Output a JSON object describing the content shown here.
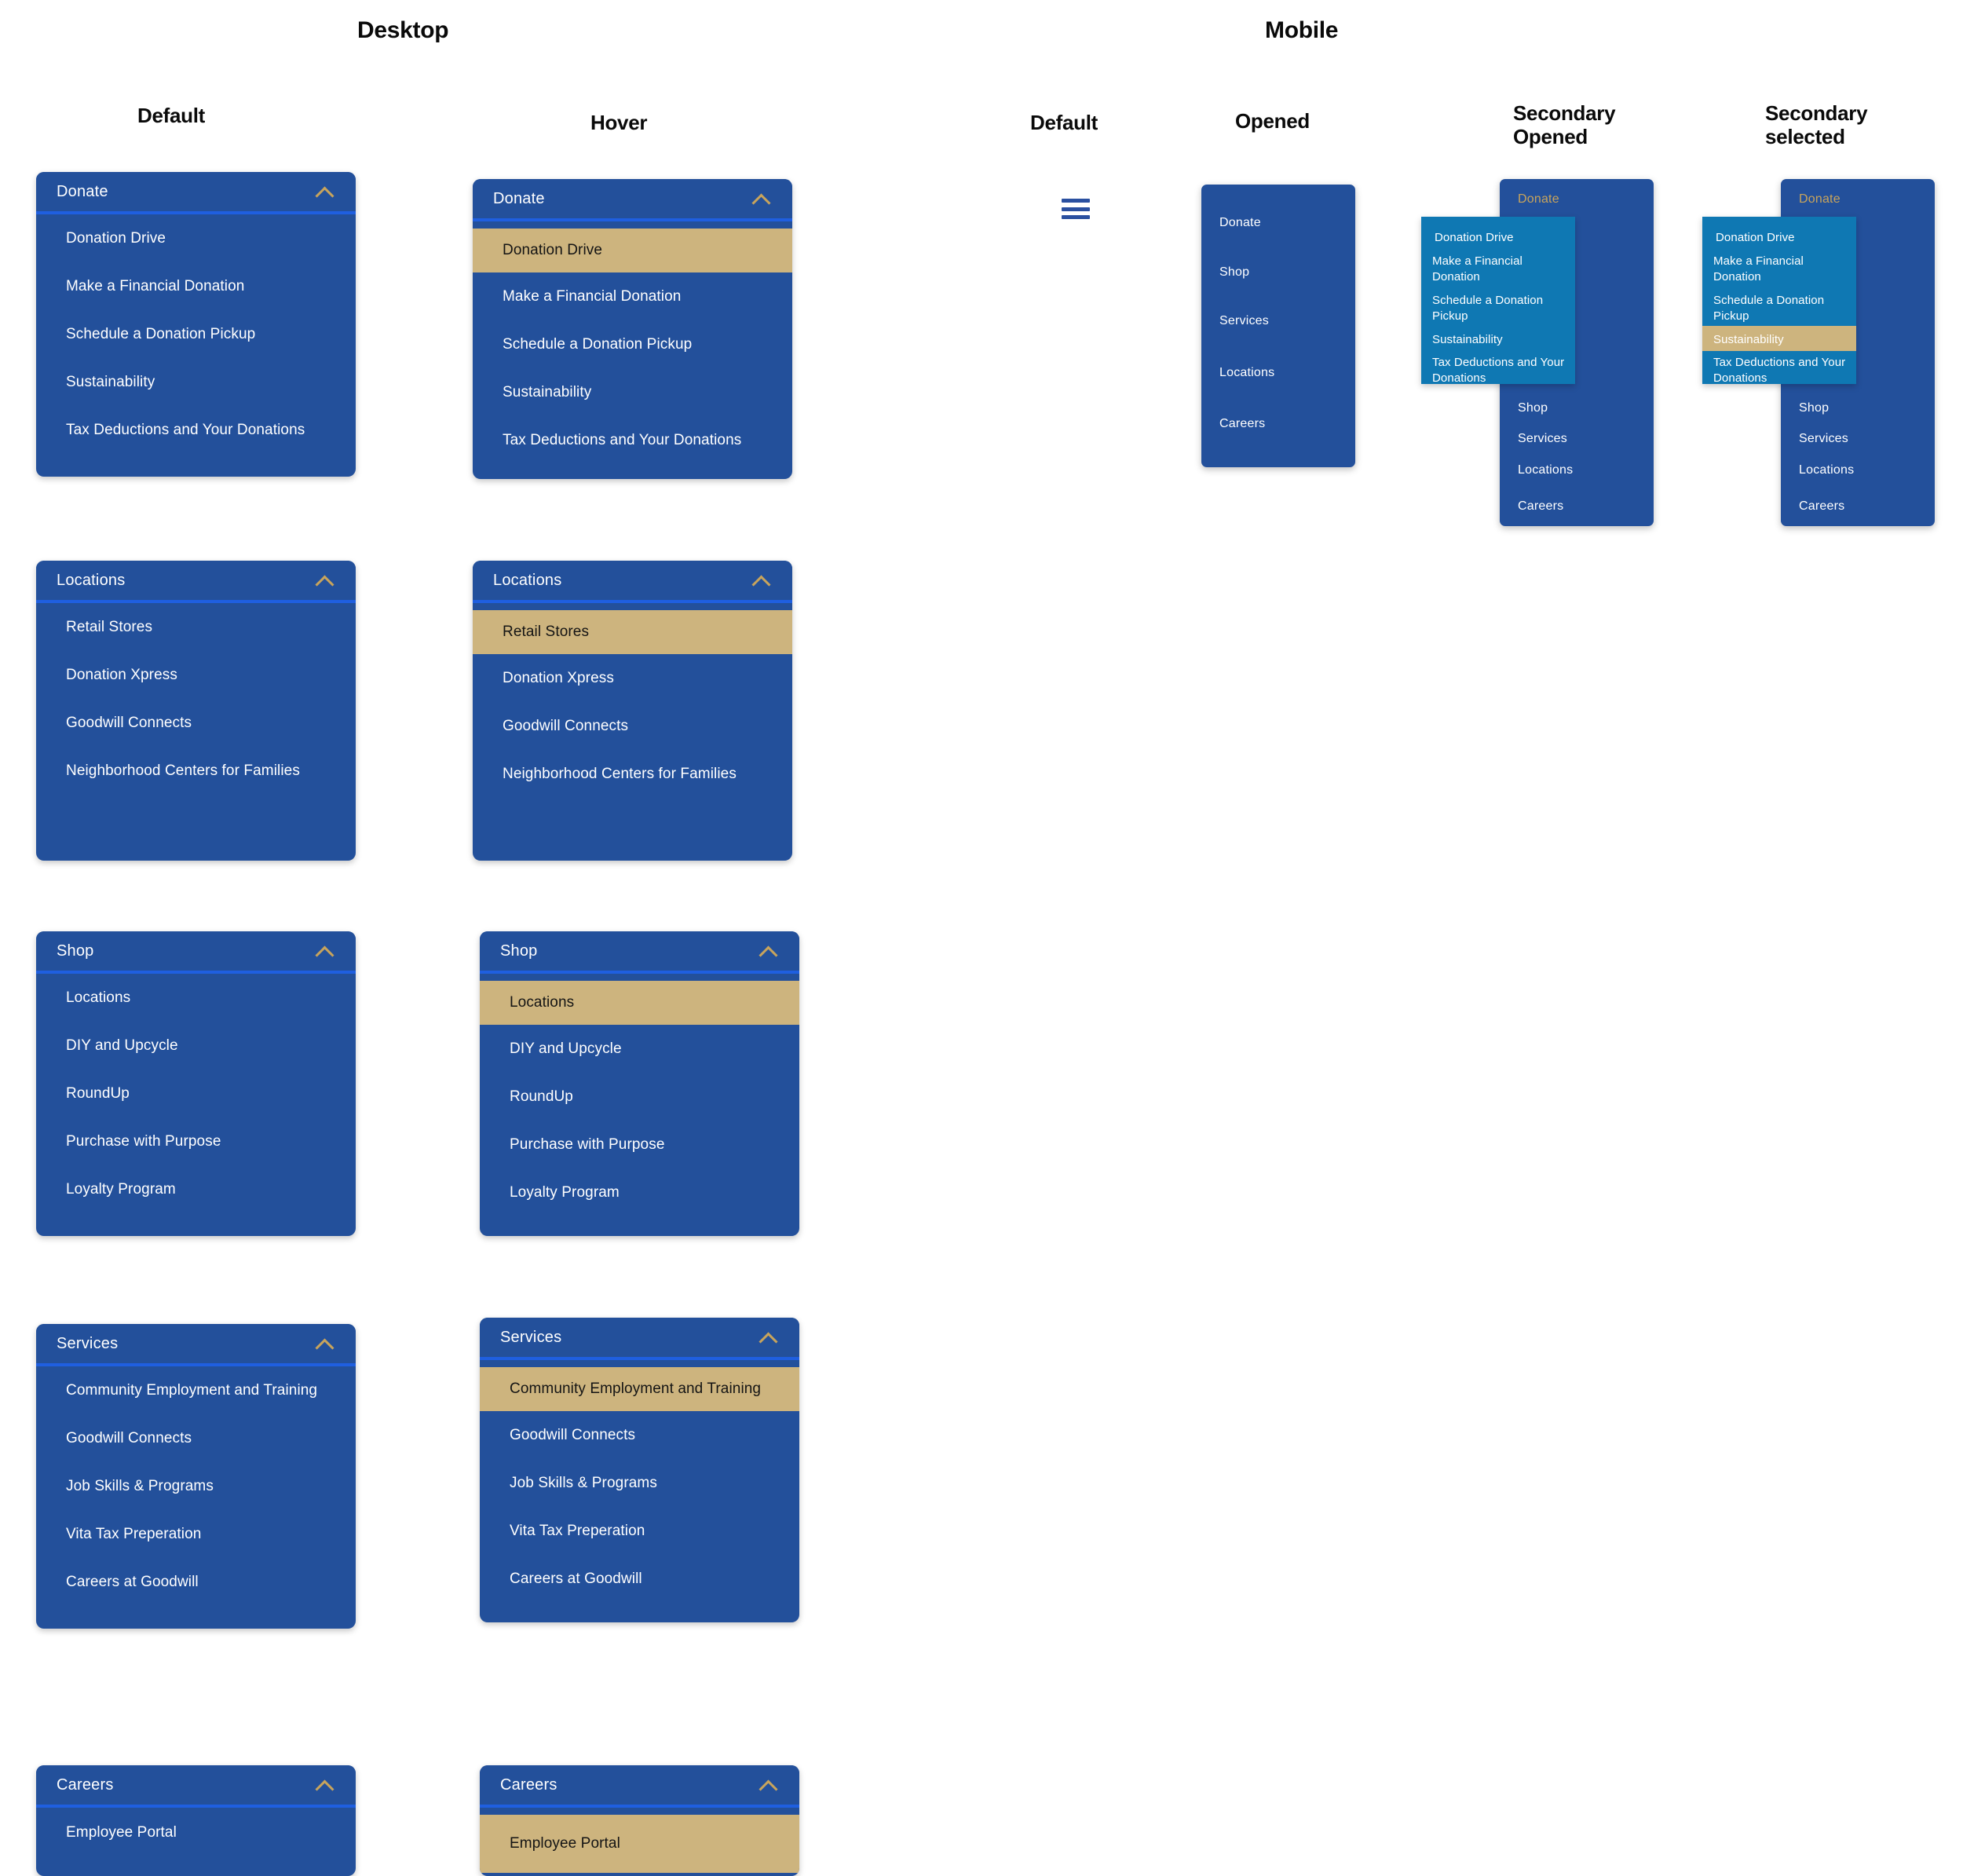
{
  "sections": {
    "desktop": "Desktop",
    "mobile": "Mobile"
  },
  "columns": {
    "desktop_default": "Default",
    "desktop_hover": "Hover",
    "mobile_default": "Default",
    "mobile_opened": "Opened",
    "mobile_secondary_opened": "Secondary\nOpened",
    "mobile_secondary_selected": "Secondary\nselected"
  },
  "colors": {
    "primary_blue": "#23509b",
    "accent_blue": "#1f5fe0",
    "gold": "#cdb47e",
    "gold_text": "#c8a45c",
    "secondary_blue": "#0f78b3",
    "white": "#ffffff",
    "dark_text": "#141414"
  },
  "icons": {
    "chevron_up": "chevron-up-icon",
    "hamburger": "hamburger-menu-icon"
  },
  "menus": [
    {
      "id": "donate",
      "title": "Donate",
      "items": [
        "Donation Drive",
        "Make a Financial Donation",
        "Schedule a Donation Pickup",
        "Sustainability",
        "Tax Deductions and Your Donations"
      ],
      "hover_index": 0
    },
    {
      "id": "locations",
      "title": "Locations",
      "items": [
        "Retail Stores",
        "Donation Xpress",
        "Goodwill Connects",
        "Neighborhood Centers for Families"
      ],
      "hover_index": 0
    },
    {
      "id": "shop",
      "title": "Shop",
      "items": [
        "Locations",
        "DIY and Upcycle",
        "RoundUp",
        "Purchase with Purpose",
        "Loyalty Program"
      ],
      "hover_index": 0
    },
    {
      "id": "services",
      "title": "Services",
      "items": [
        "Community Employment and Training",
        "Goodwill Connects",
        "Job Skills & Programs",
        "Vita Tax Preperation",
        "Careers at Goodwill"
      ],
      "hover_index": 0
    },
    {
      "id": "careers",
      "title": "Careers",
      "items": [
        "Employee Portal"
      ],
      "hover_index": 0
    }
  ],
  "mobile": {
    "nav_items": [
      "Donate",
      "Shop",
      "Services",
      "Locations",
      "Careers"
    ],
    "secondary_parent": "Donate",
    "secondary_items": [
      "Donation Drive",
      "Make a Financial Donation",
      "Schedule a Donation Pickup",
      "Sustainability",
      "Tax Deductions and Your Donations"
    ],
    "selected_item": "Sustainability",
    "selected_index": 3,
    "remaining_items": [
      "Shop",
      "Services",
      "Locations",
      "Careers"
    ]
  }
}
